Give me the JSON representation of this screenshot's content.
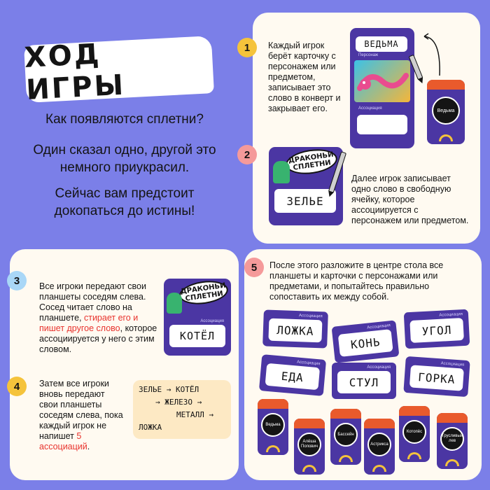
{
  "title": "ХОД ИГРЫ",
  "intro": {
    "question": "Как появляются сплетни?",
    "para1": "Один сказал одно, другой это немного приукрасил.",
    "para2": "Сейчас вам предстоит докопаться до истины!"
  },
  "steps": [
    {
      "num": "1",
      "text": "Каждый игрок берёт карточку с персонажем или предметом, записывает это слово в конверт и закрывает его."
    },
    {
      "num": "2",
      "text": "Далее игрок записывает одно слово в свободную ячейку, которое ассоциируется с персонажем или предметом."
    },
    {
      "num": "3",
      "text_a": "Все игроки передают свои планшеты соседям слева. Сосед читает слово на планшете, ",
      "text_red": "стирает его и пишет другое слово",
      "text_b": ", которое ассоциируется у него с этим словом."
    },
    {
      "num": "4",
      "text_a": "Затем все игроки вновь передают свои планшеты соседям слева, пока каждый игрок не напишет ",
      "text_red": "5 ассоциаций",
      "text_b": "."
    },
    {
      "num": "5",
      "text": "После этого разложите в центре стола все планшеты и карточки с персонажами или предметами, и попытайтесь правильно сопоставить их между собой."
    }
  ],
  "card1": {
    "word": "ВЕДЬМА",
    "label_top": "Персонаж",
    "label_bottom": "Ассоциация",
    "small_card": "Ведьма"
  },
  "tablet2": {
    "banner": "ДРАКОНЬИ СПЛЕТНИ",
    "word": "ЗЕЛЬЕ"
  },
  "tablet3": {
    "banner": "ДРАКОНЬИ СПЛЕТНИ",
    "word": "КОТЁЛ",
    "label": "Ассоциация"
  },
  "chain": [
    "ЗЕЛЬЕ → КОТЁЛ",
    "→ ЖЕЛЕЗО →",
    "МЕТАЛЛ →",
    "ЛОЖКА"
  ],
  "assoc_label": "Ассоциация",
  "scatter_words": [
    "ЛОЖКА",
    "КОНЬ",
    "УГОЛ",
    "ЕДА",
    "СТУЛ",
    "ГОРКА"
  ],
  "characters": [
    "Ведьма",
    "Алёша Попович",
    "Бассейн",
    "Астрикса",
    "Котопёс",
    "Трусливый лев"
  ],
  "colors": {
    "background": "#7b7fe8",
    "panel": "#fffaf1",
    "card": "#4b36a3",
    "accent": "#e95a2c",
    "highlight": "#e8332d"
  }
}
